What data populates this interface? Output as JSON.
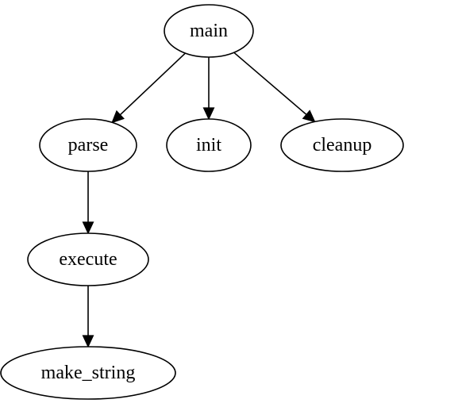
{
  "graph": {
    "type": "directed-call-graph",
    "colors": {
      "background": "#ffffff",
      "stroke": "#000000",
      "text": "#000000"
    },
    "nodes": [
      {
        "id": "main",
        "label": "main"
      },
      {
        "id": "parse",
        "label": "parse"
      },
      {
        "id": "init",
        "label": "init"
      },
      {
        "id": "cleanup",
        "label": "cleanup"
      },
      {
        "id": "execute",
        "label": "execute"
      },
      {
        "id": "make_string",
        "label": "make_string"
      }
    ],
    "edges": [
      {
        "from": "main",
        "to": "parse"
      },
      {
        "from": "main",
        "to": "init"
      },
      {
        "from": "main",
        "to": "cleanup"
      },
      {
        "from": "parse",
        "to": "execute"
      },
      {
        "from": "execute",
        "to": "make_string"
      }
    ]
  }
}
